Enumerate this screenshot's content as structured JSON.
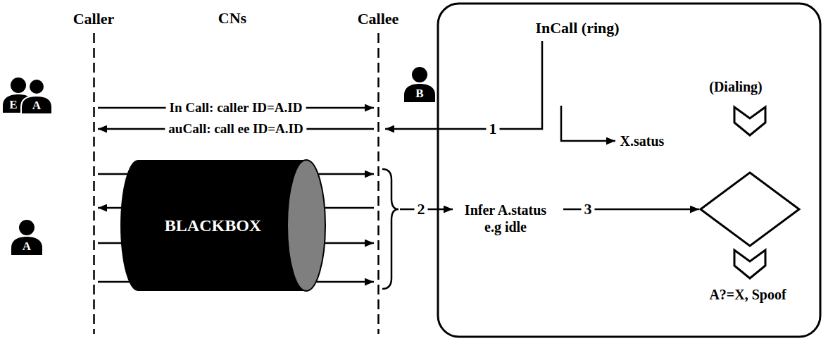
{
  "diagram": {
    "nodes": [
      {
        "text": [
          "Caller"
        ]
      },
      {
        "text": [
          "Callee"
        ]
      },
      {
        "text": [
          "BLACKBOX"
        ]
      }
    ],
    "edges": [
      {
        "from": 0,
        "to": 1,
        "arrow": "to",
        "label": "In Call: caller ID=A.ID"
      },
      {
        "from": 1,
        "to": 0,
        "arrow": "to",
        "label": "auCall: call ee ID=A.ID"
      },
      {
        "from": 0,
        "to": 1,
        "arrow": "to"
      },
      {
        "from": 1,
        "to": 0,
        "arrow": "to"
      },
      {
        "from": 0,
        "to": 1,
        "arrow": "to"
      },
      {
        "from": 0,
        "to": 1,
        "arrow": "to"
      }
    ],
    "labels": [
      "CNs",
      "E",
      "A",
      "B",
      "A",
      "InCall (ring)",
      "1",
      "X.satus",
      "(Dialing)",
      "2",
      "Infer A.status e.g idle",
      "3",
      "A?=X, Spoof"
    ]
  }
}
